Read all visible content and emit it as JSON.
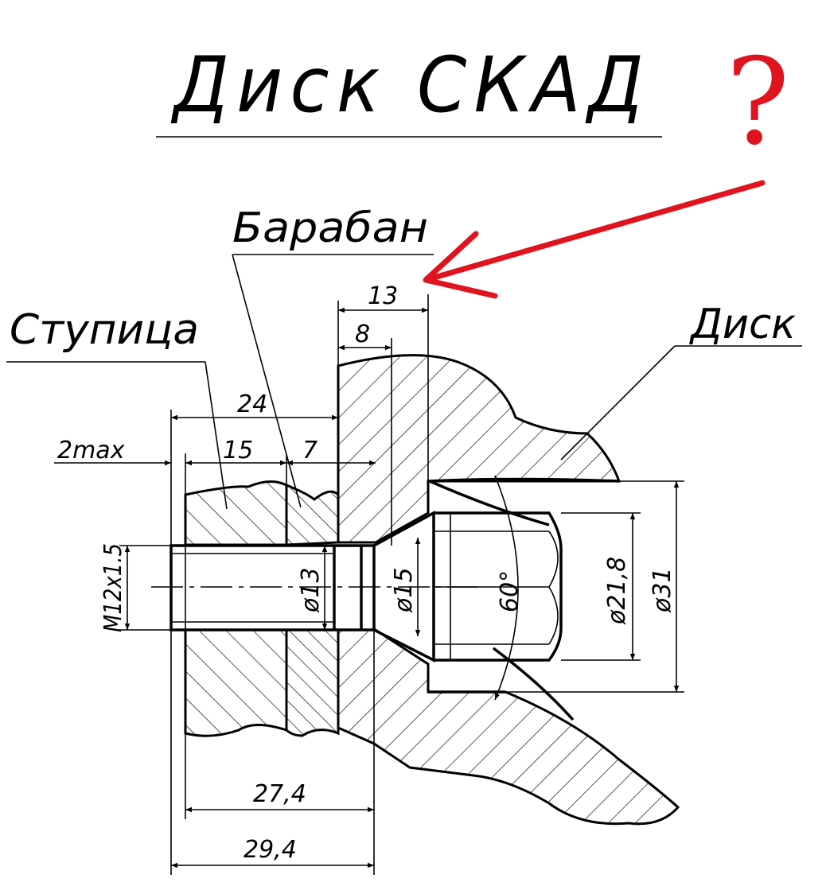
{
  "title": "Диск СКАД",
  "question_mark": "?",
  "parts": {
    "drum": "Барабан",
    "hub": "Ступица",
    "disc": "Диск"
  },
  "dimensions": {
    "d13": "13",
    "d8": "8",
    "d24": "24",
    "d2max": "2max",
    "d15": "15",
    "d7": "7",
    "thread": "M12x1.5",
    "dia13": "ø13",
    "dia15": "ø15",
    "angle60": "60°",
    "dia21_8": "ø21,8",
    "dia31": "ø31",
    "d27_4": "27,4",
    "d29_4": "29,4"
  },
  "colors": {
    "ink": "#000000",
    "annotation": "#e0141e",
    "paper": "#ffffff"
  }
}
